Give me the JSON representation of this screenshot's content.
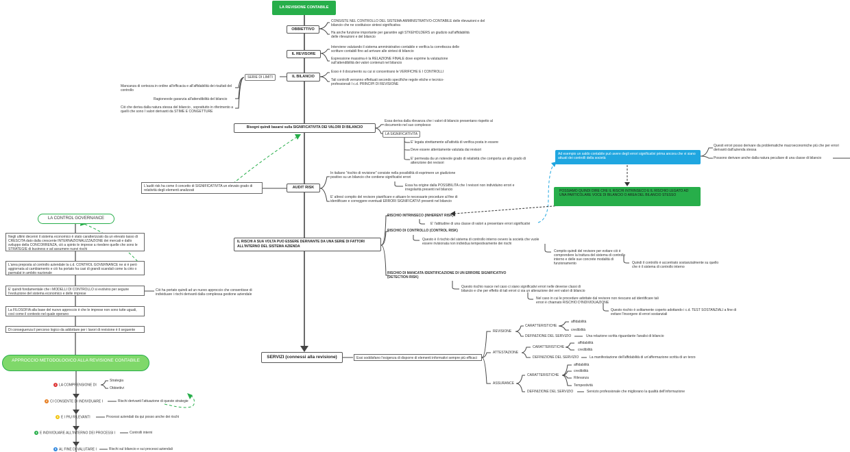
{
  "root": "LA REVISIONE CONTABILE",
  "obiettivo": {
    "label": "OBBIETTIVO",
    "notes": [
      "CONSISTE NEL CONTROLLO DEL SISTEMA AMMINISTRATIVO-CONTABILE delle rilevazioni e del bilancio che ne costituisce sintesi significativa",
      "Ha anche funzione importante per garantire agli STKEHOLDERS un giudizio sull'affidabilità delle rilevazioni e del bilancio"
    ]
  },
  "revisore": {
    "label": "IL REVISORE",
    "notes": [
      "Interviene valutando il sistema amministrativo contabile e verifica la correttezza delle scritture contabili fino ad arrivare alle sintesi di bilancio",
      "Espressione massima è la RELAZIONE FINALE dove esprime la valutazione sull'attendibilità dei valori contenuti nel bilancio"
    ]
  },
  "bilancio": {
    "label": "IL BILANCIO",
    "serie": "SERIE DI LIMITI",
    "limiti": [
      "Mancanza di certezza in ordine all'efficacia e all'affidabilità dei risultati del controllo",
      "Ragionevole garanzia all'attendibilità del bilancio",
      "Ciò che deriva dalla natura stessa del bilancio , soprattutto in riferimento a quelli che sono I valori derivanti da STIME E CONGETTURE"
    ],
    "notes": [
      "Esso è il documento su cui si concentrano le VERIFICHE E I CONTROLLI",
      "Tali controlli verranno effettuati secondo specifiche regole etiche e tecnico-professionali I c.d. PRINCIPI DI REVISIONE"
    ]
  },
  "significativita": {
    "label": "Bisogni quindi basarsi sulla SIGNIFICATIVITA DEI VALORI DI BILANCIO",
    "note": "Essa deriva dalla rilevanza che i valori di bilancio presentano rispetto al documento nel suo complesso",
    "sub": "LA SIGNIFICATIVITA",
    "items": [
      "E' legata strettamente all'attività di verifica posta in essere",
      "Deve essere attentamente valutata dai revisori",
      "E' permeata da un notevole grado di relatività che comporta un alto grado di attenzione dei revisori"
    ]
  },
  "audit": {
    "label": "AUDIT RISK",
    "left": "L'audit risk ha come il concetto di SIGNIFICATIVITA un elevato grado di relatività degli elementi analizzati",
    "notes": [
      "In italiano \"rischio di revisione\" consiste nella possibilità di esprimere un giudizione positivo su un bilancio che contiene significativi errori",
      "Essa ha origine dalla POSSIBILITA che I revisori non individuino errori e irregolarità presenti nel bilancio",
      "E' altresì compito del revisore pianificare e attuare le necessarie procedure al fine di identificare e correggere eventuali ERRORI SIGNIFICATIVI presenti nel bilancio"
    ]
  },
  "rischi": {
    "label": "IL RISCHI A SUA VOLTA PUO ESSERE DERIVANTE DA UNA SERIE DI FATTORI ALL'INTERNO DEL SISTEMA AZIENDA",
    "intrinseco": "RISCHIO INTRINSECO (INHERENT RISK)",
    "intrinseco_note": "E' l'attitudine di una classe di valori a presentare errori significativi",
    "controllo": "RISCHIO DI CONTROLLO (CONTROL RISK)",
    "controllo_notes": [
      "Questo è il rischio del sistema di controllo interno ovvero la società che vuole essere rivisionata non individua tempestivamente dei rischi",
      "Compito quindi del revisore per evitare ciò è comprendere la trattura del sistema di controllo interno e delle sue concrete modalità di funzionamento",
      "Quindi il controllo è accentrato sostanzialmente su quello che è il sistema di controllo interno"
    ],
    "mancata": "RISCHIO DI MANCATA IDENTIFICAZIONE DI UN ERRORE SIGNIFICATIVO (DETECTION RISK)",
    "mancata_notes": [
      "Questo rischio nasce nel caso ci siano significativi errori nelle deverse classi di bilancio e che per effetto di tali errori ci sia un alterazione dei veri valori di bilancio",
      "Nel caso in cui le procedure adottate dal revisore non riescano ad identificare tali errori è chiamato RISCHIO D'INDIVIDUAZIONE",
      "Questo rischio è solitamente coperto adottando i c.d. TEST SOSTANZIALI a fine di evitare l'insorgere di errori sostanziali"
    ]
  },
  "blue_box": "Ad esempio un saldo contabile può avere degli errori significativi prima ancora che vi siano attuati dei controlli della società",
  "blue_notes": [
    "Questi errori posso derivare da problematiche macroeconomiche più che per errori derivanti dall'azienda stessa",
    "Possono derivare anche dalla natura peculiare di una classe di bilancio"
  ],
  "green_box": "POSSIAMO QUINDI DIRE CHE IL RISCHI INTRINSECO E IL RISCHIO LEGATO AD UNA PARTICOLARE VOCE DI BILANCIO O AREA DEL BILANCIO STESSO",
  "control_governance": {
    "label": "LA CONTROL GOVERNANCE",
    "notes": [
      "Negli ultimi decenni il sistema economico è stato caratterizzato da un elevato tasso di CRESCITA dato dalla crescente INTERNAZIONALIZZAZIONE dei mercati e dallo sviluppo della CONCORRENZA, ciò a spinto le imprese a rivedere quelle che sono le STRATEGIE di business e ad assumere nuovi rischi",
      "L'area preposta al controllo aziendale la c.d. CONTROL GOVERNANCE ne si è però aggiornata al cambiamento e ciò ha portato ha casi di grandi scandali come la cirio o parmalat in ambito nazionale",
      "E' quindi fondamentale che i MODELLI DI CONTROLLO si evolvino per seguire l'evoluzione del sistema economico e delle imprese",
      "La FILOSOFIA alla base del nuovo approccio è che le imprese non sono tutte uguali, così come il contesto nel quale operano",
      "Di conseguenza il percorso logico da addottare per i lavori di revisione è il seguente"
    ],
    "side": "Ciò ha portato quindi ad un nuovo approccio che consentisse di individuare i rischi derivanti dalla complessa gestione aziendale"
  },
  "approccio": {
    "label": "APPROCCIO METODOLOGICO ALLA REVISIONE CONTABILE",
    "steps": [
      {
        "n": "1",
        "color": "#d33",
        "text": "LA COMPRENSIONE DI",
        "sub": [
          "Strategia",
          "Obbiettivi"
        ]
      },
      {
        "n": "2",
        "color": "#e67e22",
        "text": "CI CONSENTE DI INDIVIDUARE I",
        "sub": [
          "Rischi derivanti l'attuazione di queste strategie"
        ]
      },
      {
        "n": "3",
        "color": "#f1c40f",
        "text": "E I PIU RILEVANTI",
        "sub": [
          "Processi aziendali da qui posso anche dei rischi"
        ]
      },
      {
        "n": "4",
        "color": "#27ae4a",
        "text": "E INDIVIDUARE ALL'INTERNO DEI PROCESSI I",
        "sub": [
          "Controlli interni"
        ]
      },
      {
        "n": "5",
        "color": "#2e86de",
        "text": "AL FINE DI VALUTARE I",
        "sub": [
          "Rischi sul bilancio e sui processi aziendali"
        ]
      }
    ]
  },
  "servizi": {
    "label": "SERVIZI (connessi alla revisione)",
    "note": "Essi soddisfano l'esigenza di disporre di elementi informativi sempre più efficaci",
    "revisione": {
      "label": "REVISIONE",
      "car": "CARATTERISTICHE",
      "items": [
        "affidabilità",
        "credibilità"
      ],
      "def": "DEFINIZIONE DEL SERVIZIO",
      "def_text": "Una relazione scritta riguardante l'analisi di bilancio"
    },
    "attestazione": {
      "label": "ATTESTAZIONE",
      "car": "CARATTERISTICHE",
      "items": [
        "affidabilità",
        "credibilità"
      ],
      "def": "DEFINIZIONE DEL SERVIZIO",
      "def_text": "La manifestazione dell'affidabilità di un'affermazione scritta di un terzo"
    },
    "assurance": {
      "label": "ASSURANCE",
      "car": "CARATTERISTICHE",
      "items": [
        "affidabilità",
        "credibilità",
        "Rilevanza",
        "Tempestività"
      ],
      "def": "DEFINIZIONE DEL SERVIZIO",
      "def_text": "Servizio professionale che migliorano la qualità dell'informazione"
    }
  }
}
